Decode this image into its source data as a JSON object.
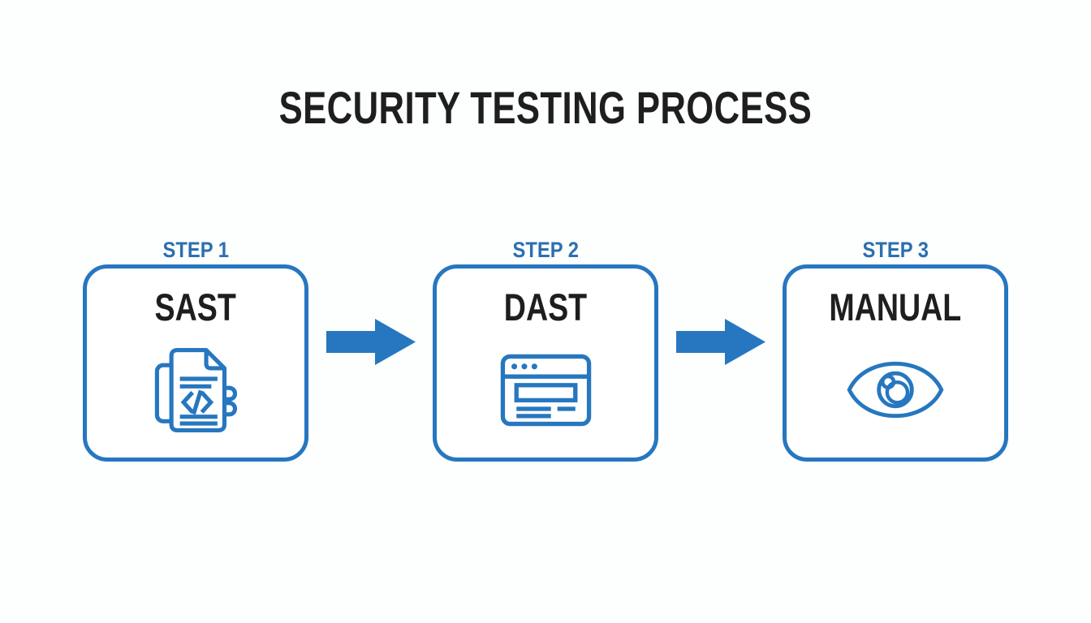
{
  "theme": {
    "accent_blue": "#2677BF",
    "step_label_blue": "#2B6FB0",
    "heading_ink": "#1E1E1E",
    "background": "#FDFEFE",
    "card_background": "#FFFFFF"
  },
  "title": "SECURITY TESTING PROCESS",
  "steps": [
    {
      "label": "STEP 1",
      "name": "SAST",
      "icon": "code-document-icon"
    },
    {
      "label": "STEP 2",
      "name": "DAST",
      "icon": "browser-window-icon"
    },
    {
      "label": "STEP 3",
      "name": "MANUAL",
      "icon": "eye-icon"
    }
  ],
  "connectors": [
    {
      "type": "arrow-right"
    },
    {
      "type": "arrow-right"
    }
  ]
}
